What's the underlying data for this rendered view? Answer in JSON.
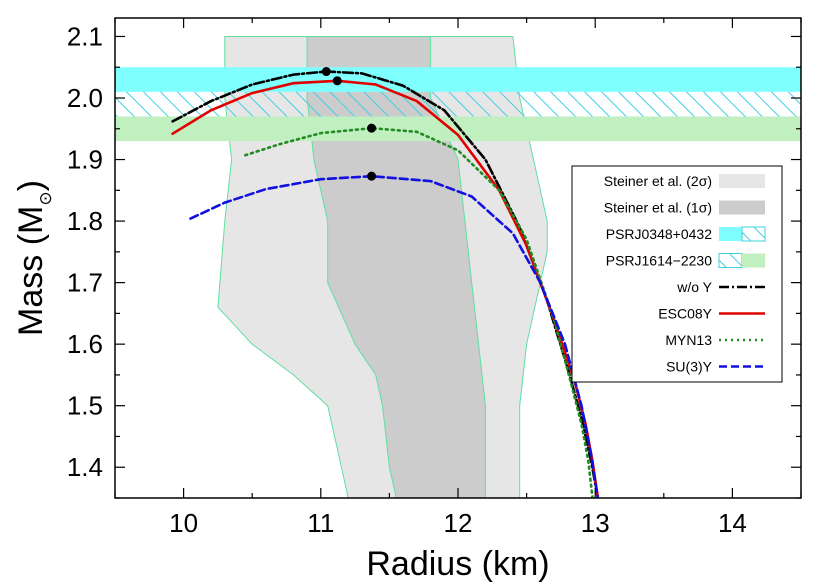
{
  "chart_data": {
    "type": "line",
    "title": "",
    "xlabel": "Radius (km)",
    "ylabel_text": "Mass (M",
    "ylabel_sub": "⊙",
    "ylabel_close": ")",
    "xlim": [
      9.5,
      14.5
    ],
    "ylim": [
      1.35,
      2.13
    ],
    "x_ticks": [
      10,
      11,
      12,
      13,
      14
    ],
    "x_tick_labels": [
      "10",
      "11",
      "12",
      "13",
      "14"
    ],
    "y_ticks": [
      1.4,
      1.5,
      1.6,
      1.7,
      1.8,
      1.9,
      2.0,
      2.1
    ],
    "y_tick_labels": [
      "1.4",
      "1.5",
      "1.6",
      "1.7",
      "1.8",
      "1.9",
      "2.0",
      "2.1"
    ],
    "grid": false,
    "legend_position": "right",
    "regions": [
      {
        "name": "Steiner et al. (2σ)",
        "color": "#e6e6e6",
        "edge": "#5fe0a0",
        "points": [
          [
            10.3,
            2.1
          ],
          [
            10.9,
            2.1
          ],
          [
            10.9,
            2.1
          ],
          [
            11.8,
            2.1
          ],
          [
            12.4,
            2.1
          ],
          [
            12.45,
            2.0
          ],
          [
            12.55,
            1.9
          ],
          [
            12.65,
            1.8
          ],
          [
            12.65,
            1.75
          ],
          [
            12.6,
            1.7
          ],
          [
            12.5,
            1.6
          ],
          [
            12.45,
            1.5
          ],
          [
            12.45,
            1.4
          ],
          [
            12.45,
            1.35
          ],
          [
            11.2,
            1.35
          ],
          [
            11.15,
            1.4
          ],
          [
            11.05,
            1.5
          ],
          [
            10.8,
            1.55
          ],
          [
            10.5,
            1.6
          ],
          [
            10.25,
            1.66
          ],
          [
            10.3,
            1.8
          ],
          [
            10.35,
            1.9
          ],
          [
            10.3,
            2.0
          ],
          [
            10.3,
            2.1
          ]
        ]
      },
      {
        "name": "Steiner et al. (1σ)",
        "color": "#cccccc",
        "edge": "#5fe0a0",
        "points": [
          [
            10.9,
            2.1
          ],
          [
            11.8,
            2.1
          ],
          [
            11.8,
            2.0
          ],
          [
            12.0,
            1.9
          ],
          [
            12.05,
            1.8
          ],
          [
            12.1,
            1.7
          ],
          [
            12.15,
            1.6
          ],
          [
            12.2,
            1.5
          ],
          [
            12.2,
            1.4
          ],
          [
            12.2,
            1.35
          ],
          [
            11.55,
            1.35
          ],
          [
            11.5,
            1.4
          ],
          [
            11.45,
            1.5
          ],
          [
            11.4,
            1.55
          ],
          [
            11.25,
            1.6
          ],
          [
            11.05,
            1.7
          ],
          [
            11.05,
            1.8
          ],
          [
            10.95,
            1.9
          ],
          [
            10.9,
            2.0
          ],
          [
            10.9,
            2.1
          ]
        ]
      }
    ],
    "bands": [
      {
        "name": "PSRJ0348+0432",
        "color": "#80ffff",
        "hatch_color": "#40d0e0",
        "ymin": 2.01,
        "ymax": 2.05
      },
      {
        "name": "PSRJ1614−2230",
        "color": "#c0f0c0",
        "ymin": 1.93,
        "ymax": 1.97
      }
    ],
    "series": [
      {
        "name": "w/o Y",
        "color": "#000000",
        "dash": "10,3,2,3",
        "x": [
          9.92,
          10.2,
          10.5,
          10.8,
          11.04,
          11.3,
          11.6,
          11.9,
          12.2,
          12.45,
          12.65,
          12.8,
          12.9,
          12.97,
          13.02
        ],
        "y": [
          1.962,
          1.995,
          2.022,
          2.038,
          2.043,
          2.04,
          2.02,
          1.98,
          1.9,
          1.79,
          1.67,
          1.56,
          1.48,
          1.41,
          1.35
        ],
        "max_point": [
          11.04,
          2.043
        ]
      },
      {
        "name": "ESC08Y",
        "color": "#e00000",
        "dash": "",
        "x": [
          9.92,
          10.2,
          10.5,
          10.8,
          11.12,
          11.4,
          11.7,
          12.0,
          12.3,
          12.5,
          12.7,
          12.85,
          12.93,
          12.98,
          13.02
        ],
        "y": [
          1.942,
          1.98,
          2.008,
          2.024,
          2.028,
          2.022,
          1.995,
          1.94,
          1.85,
          1.76,
          1.64,
          1.54,
          1.47,
          1.41,
          1.35
        ],
        "max_point": [
          11.12,
          2.028
        ]
      },
      {
        "name": "MYN13",
        "color": "#228b22",
        "dash": "2,4",
        "x": [
          10.45,
          10.7,
          11.0,
          11.37,
          11.7,
          12.0,
          12.3,
          12.5,
          12.7,
          12.82,
          12.9,
          12.95,
          12.98
        ],
        "y": [
          1.907,
          1.925,
          1.943,
          1.951,
          1.945,
          1.915,
          1.85,
          1.77,
          1.64,
          1.54,
          1.47,
          1.41,
          1.35
        ],
        "max_point": [
          11.37,
          1.951
        ]
      },
      {
        "name": "SU(3)Y",
        "color": "#1010e0",
        "dash": "8,4",
        "x": [
          10.05,
          10.3,
          10.6,
          11.0,
          11.37,
          11.8,
          12.1,
          12.4,
          12.6,
          12.78,
          12.9,
          12.97,
          13.02
        ],
        "y": [
          1.804,
          1.83,
          1.852,
          1.868,
          1.873,
          1.865,
          1.84,
          1.78,
          1.7,
          1.6,
          1.5,
          1.42,
          1.35
        ],
        "max_point": [
          11.37,
          1.873
        ]
      }
    ]
  }
}
